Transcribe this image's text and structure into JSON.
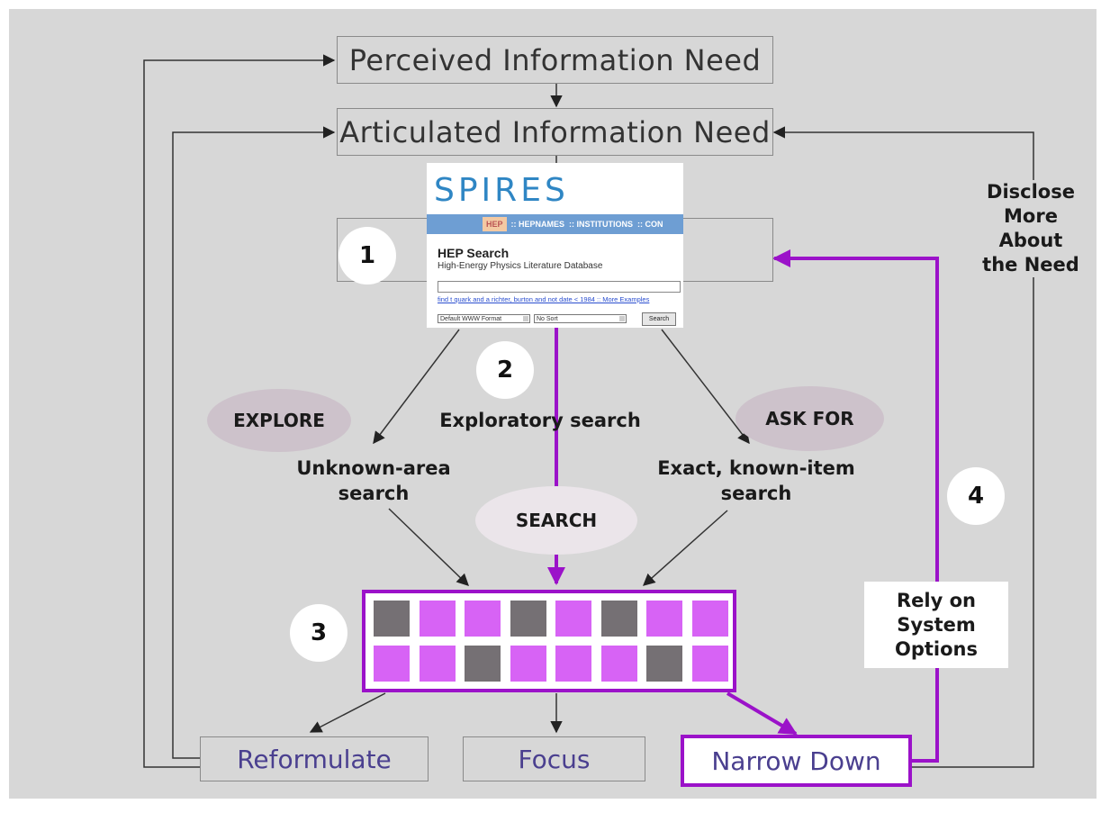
{
  "boxes": {
    "perceived": "Perceived Information Need",
    "articulated": "Articulated Information Need",
    "reformulate": "Reformulate",
    "focus": "Focus",
    "narrow_down": "Narrow Down"
  },
  "ovals": {
    "explore": "EXPLORE",
    "ask_for": "ASK FOR",
    "search": "SEARCH"
  },
  "labels": {
    "exploratory_search": "Exploratory search",
    "unknown_area_1": "Unknown-area",
    "unknown_area_2": "search",
    "exact_1": "Exact, known-item",
    "exact_2": "search",
    "disclose_1": "Disclose",
    "disclose_2": "More",
    "disclose_3": "About",
    "disclose_4": "the Need",
    "rely_1": "Rely on",
    "rely_2": "System",
    "rely_3": "Options"
  },
  "numbers": [
    "1",
    "2",
    "3",
    "4"
  ],
  "spires": {
    "logo": "SPIRES",
    "nav_active": "HEP",
    "nav_items": [
      ":: HEPNAMES",
      ":: INSTITUTIONS",
      ":: CON"
    ],
    "title": "HEP Search",
    "subtitle": "High-Energy Physics Literature Database",
    "example_link": "find t quark and a richter, burton and not date < 1984 :: More Examples",
    "format_select": "Default WWW Format",
    "sort_select": "No Sort",
    "search_button": "Search"
  },
  "result_grid": {
    "rows": [
      [
        "gray",
        "pink",
        "pink",
        "gray",
        "pink",
        "gray",
        "pink",
        "pink"
      ],
      [
        "pink",
        "pink",
        "gray",
        "pink",
        "pink",
        "pink",
        "gray",
        "pink"
      ]
    ]
  },
  "colors": {
    "purple": "#9b12c9",
    "pink": "#d763f5",
    "gray": "#757074",
    "oval": "#cdc2cb",
    "background": "#d7d7d7",
    "text_blue": "#4a3f8f"
  }
}
